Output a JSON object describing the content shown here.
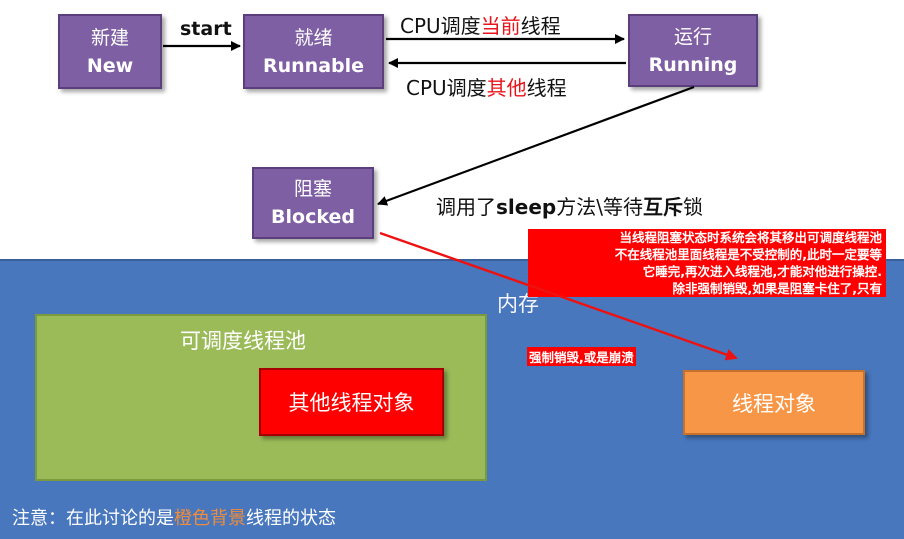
{
  "states": {
    "new": {
      "zh": "新建",
      "en": "New"
    },
    "runnable": {
      "zh": "就绪",
      "en": "Runnable"
    },
    "running": {
      "zh": "运行",
      "en": "Running"
    },
    "blocked": {
      "zh": "阻塞",
      "en": "Blocked"
    }
  },
  "edges": {
    "start": "start",
    "cpu_current": {
      "prefix": "CPU调度",
      "highlight": "当前",
      "suffix": "线程"
    },
    "cpu_other": {
      "prefix": "CPU调度",
      "highlight": "其他",
      "suffix": "线程"
    },
    "sleep": {
      "prefix": "调用了",
      "method": "sleep",
      "middle": "方法\\等待",
      "mutex": "互斥",
      "suffix": "锁"
    },
    "kill": "强制销毁,或是崩溃"
  },
  "memory": {
    "title": "内存",
    "pool_title": "可调度线程池",
    "other_objects": "其他线程对象",
    "thread_object": "线程对象"
  },
  "note_lines": [
    "当线程阻塞状态时系统会将其移出可调度线程池",
    "不在线程池里面线程是不受控制的,此时一定要等",
    "它睡完,再次进入线程池,才能对他进行操控.",
    "除非强制销毁,如果是阻塞卡住了,只有"
  ],
  "footer": {
    "prefix": "注意：在此讨论的是",
    "highlight": "橙色背景",
    "suffix": "线程的状态"
  },
  "colors": {
    "state": "#7f5fa3",
    "memory": "#4877bd",
    "pool": "#9bbb59",
    "other_objects": "#ff0000",
    "thread_object": "#f79646",
    "highlight_red": "#e8141b",
    "highlight_orange": "#f28c3a"
  }
}
